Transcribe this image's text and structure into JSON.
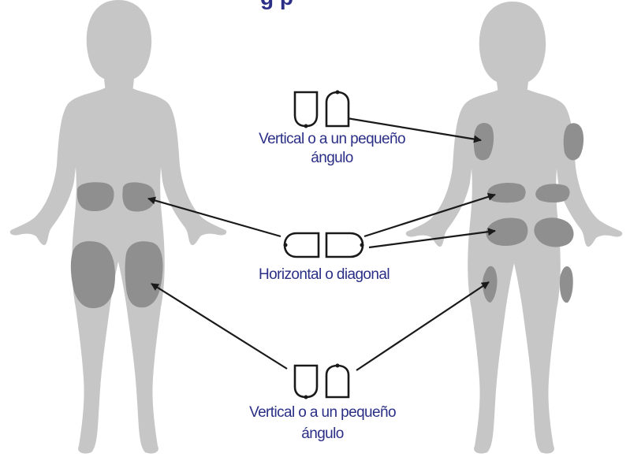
{
  "title_fragment": "g         p",
  "colors": {
    "silhouette": "#c6c6c6",
    "zone": "#8f8f8f",
    "arrow": "#1a1a1a",
    "label": "#2b2f86",
    "pod_fill": "#ffffff",
    "pod_stroke": "#1a1a1a"
  },
  "labels": {
    "upper_line1": "Vertical o a un pequeño",
    "upper_line2": "ángulo",
    "middle": "Horizontal o diagonal",
    "lower_line1": "Vertical o a un pequeño",
    "lower_line2": "ángulo"
  },
  "icons": {
    "pod_vertical": "pod-vertical-icon",
    "pod_horizontal": "pod-horizontal-icon"
  }
}
